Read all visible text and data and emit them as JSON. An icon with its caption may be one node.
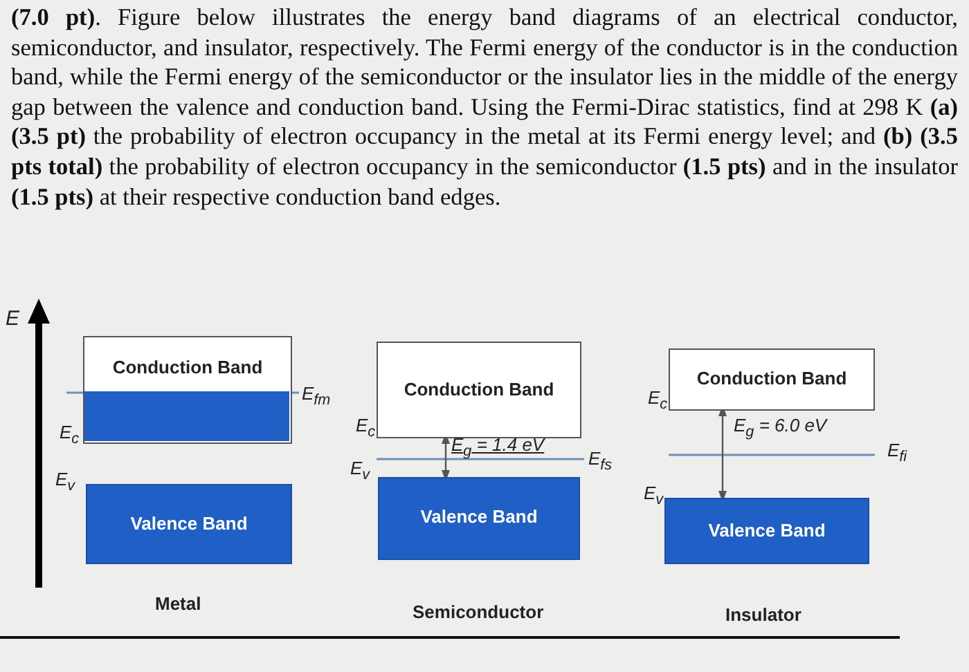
{
  "diagram": {
    "title": "**(7.0 pt)**. Figure below illustrates the energy band diagrams of an electrical conductor, semiconductor, and insulator, respectively. The Fermi energy of the conductor is in the conduction band, while the Fermi energy of the semiconductor or the insulator lies in the middle of the energy gap between the valence and conduction band. Using the Fermi-Dirac statistics, find at 298 K **(a) (3.5 pt)** the probability of electron occupancy in the metal at its Fermi energy level; and **(b) (3.5 pts total)** the probability of electron occupancy in the semiconductor **(1.5 pts)** and in the insulator **(1.5 pts)** at their respective conduction band edges.",
    "nodes": [
      {
        "text": [
          "Conduction Band"
        ]
      },
      {
        "text": [
          "Conduction Band"
        ]
      },
      {
        "text": [
          "Conduction Band"
        ]
      },
      {
        "text": [
          "Valence Band"
        ]
      },
      {
        "text": [
          "Valence Band"
        ]
      },
      {
        "text": [
          "Valence Band"
        ]
      },
      {
        "text": [],
        "shape": "box",
        "in": 0
      }
    ],
    "edges": [
      {
        "from": 1,
        "to": 4,
        "arrow": "both"
      },
      {
        "from": 2,
        "to": 5,
        "arrow": "both"
      }
    ],
    "labels": [
      "E",
      "E$_{fm}$",
      "E$_{c}$",
      "E$_{c}$",
      "E$_{c}$",
      "E$_{g}$ = 1.4 eV",
      "E$_{fs}$",
      "E$_{g}$ = 6.0 eV",
      "E$_{fi}$",
      "E$_{v}$",
      "E$_{v}$",
      "E$_{v}$",
      "Metal",
      "Semiconductor",
      "Insulator"
    ]
  }
}
